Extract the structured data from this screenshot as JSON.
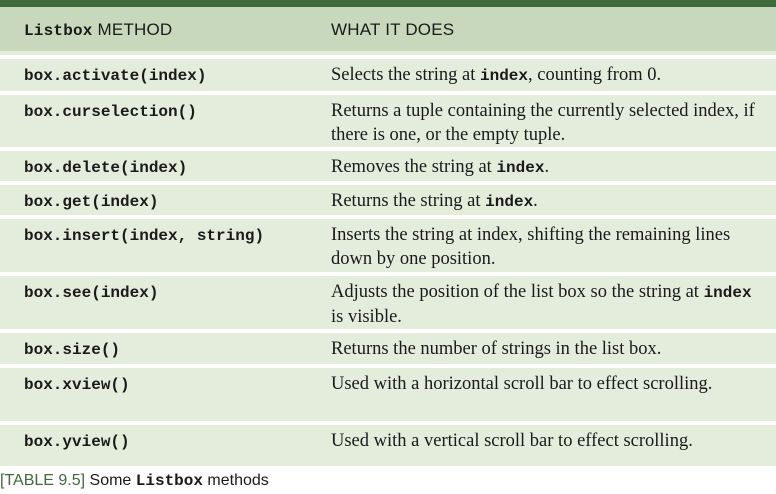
{
  "header": {
    "method_mono": "Listbox",
    "method_rest": " METHOD",
    "does": "WHAT IT DOES"
  },
  "rows": [
    {
      "method": "box.activate(index)",
      "desc_parts": [
        "Selects the string at ",
        "index",
        ", counting from 0."
      ]
    },
    {
      "method": "box.curselection()",
      "desc_parts": [
        "Returns a tuple containing the currently selected index, if there is one, or the empty tuple."
      ]
    },
    {
      "method": "box.delete(index)",
      "desc_parts": [
        "Removes the string at ",
        "index",
        "."
      ]
    },
    {
      "method": "box.get(index)",
      "desc_parts": [
        "Returns the string at ",
        "index",
        "."
      ]
    },
    {
      "method": "box.insert(index, string)",
      "desc_parts": [
        "Inserts the string at index, shifting the remaining lines down by one position."
      ]
    },
    {
      "method": "box.see(index)",
      "desc_parts": [
        "Adjusts the position of the list box so the string at ",
        "index",
        " is visible."
      ]
    },
    {
      "method": "box.size()",
      "desc_parts": [
        "Returns the number of strings in the list box."
      ]
    },
    {
      "method": "box.xview()",
      "desc_parts": [
        "Used with a horizontal scroll bar to effect scrolling."
      ]
    },
    {
      "method": "box.yview()",
      "desc_parts": [
        "Used with a vertical scroll bar to effect scrolling."
      ]
    }
  ],
  "caption": {
    "tag": "[TABLE 9.5]",
    "text_before": " Some ",
    "mono": "Listbox",
    "text_after": " methods"
  },
  "colors": {
    "rule": "#3f6a3a",
    "header_bg": "#c7d8bd",
    "row_bg": "#e4ecdc",
    "caption_tag": "#3f6a3a"
  }
}
